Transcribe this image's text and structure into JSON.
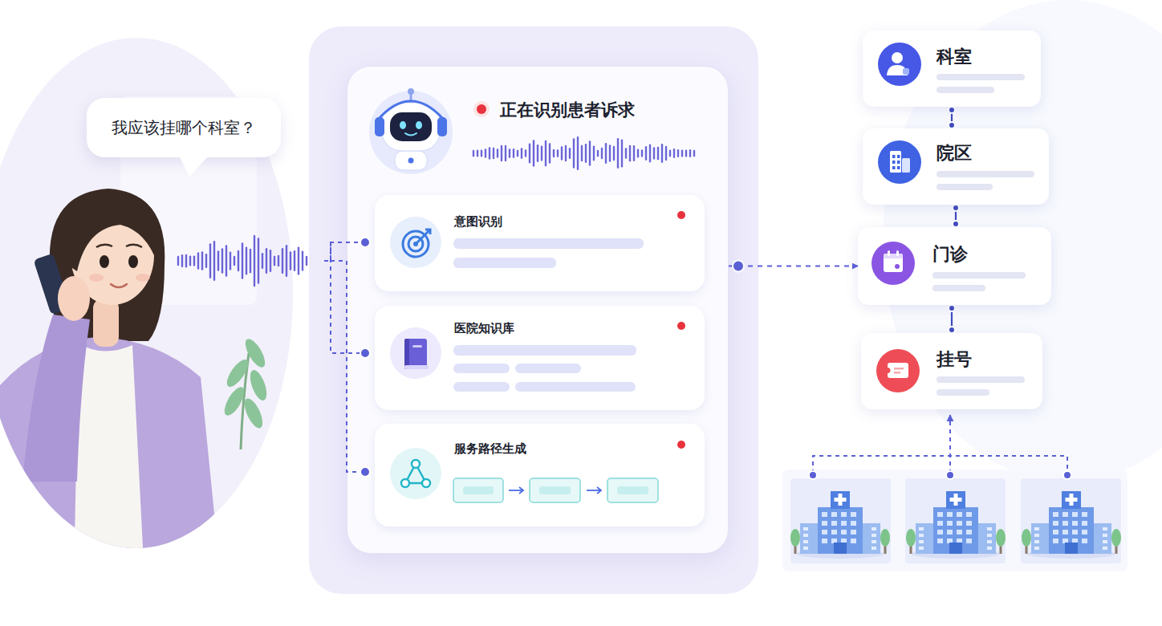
{
  "diagram": {
    "nodes": [
      {
        "text": [
          "我应该挂哪个科室？"
        ]
      },
      {
        "text": [
          "正在识别患者诉求"
        ]
      },
      {
        "text": [
          "意图识别"
        ],
        "in": 1
      },
      {
        "text": [
          "医院知识库"
        ],
        "in": 1
      },
      {
        "text": [
          "服务路径生成"
        ],
        "in": 1
      },
      {
        "text": [
          "科室"
        ]
      },
      {
        "text": [
          "院区"
        ]
      },
      {
        "text": [
          "门诊"
        ]
      },
      {
        "text": [
          "挂号"
        ]
      }
    ],
    "edges": [
      {
        "from": 1,
        "to": 7,
        "arrow": "to"
      },
      {
        "from": 5,
        "to": 6,
        "arrow": "none"
      },
      {
        "from": 6,
        "to": 7,
        "arrow": "none"
      },
      {
        "from": 7,
        "to": 8,
        "arrow": "none"
      }
    ]
  }
}
